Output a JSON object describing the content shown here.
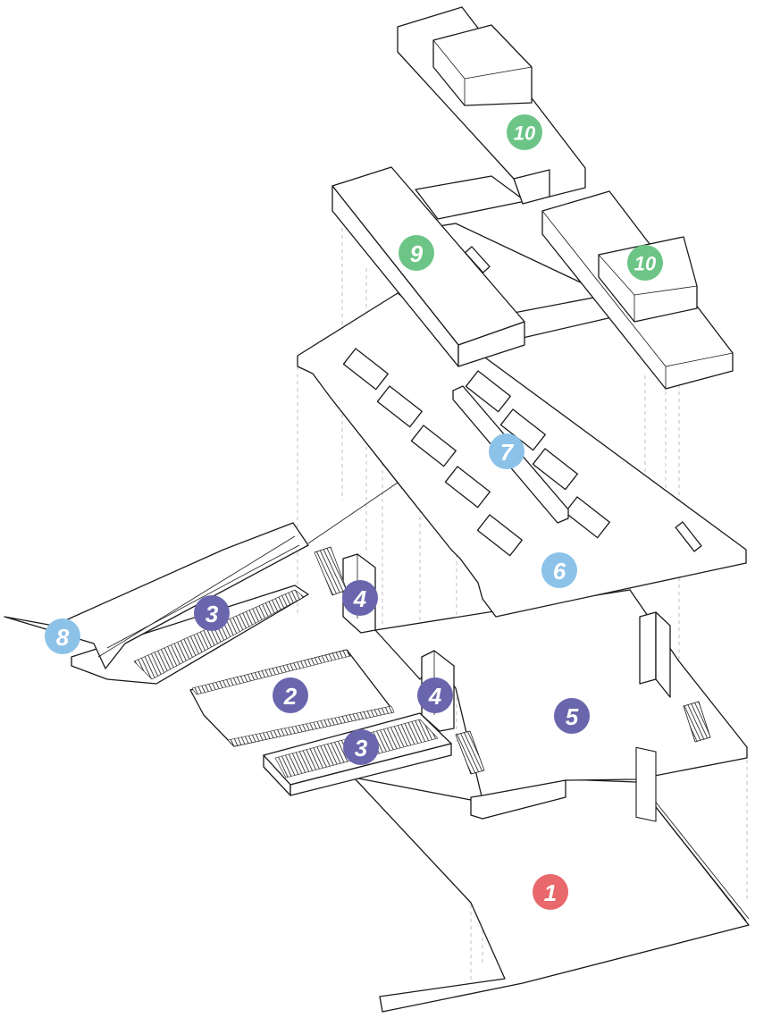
{
  "colors": {
    "red": "#e8686b",
    "purple": "#6a66ad",
    "blue": "#8cc2e8",
    "green": "#6cc586"
  },
  "markers": [
    {
      "label": "1",
      "color": "red"
    },
    {
      "label": "2",
      "color": "purple"
    },
    {
      "label": "3",
      "color": "purple"
    },
    {
      "label": "3",
      "color": "purple"
    },
    {
      "label": "4",
      "color": "purple"
    },
    {
      "label": "4",
      "color": "purple"
    },
    {
      "label": "5",
      "color": "purple"
    },
    {
      "label": "6",
      "color": "blue"
    },
    {
      "label": "7",
      "color": "blue"
    },
    {
      "label": "8",
      "color": "blue"
    },
    {
      "label": "9",
      "color": "green"
    },
    {
      "label": "10",
      "color": "green"
    },
    {
      "label": "10",
      "color": "green"
    }
  ]
}
